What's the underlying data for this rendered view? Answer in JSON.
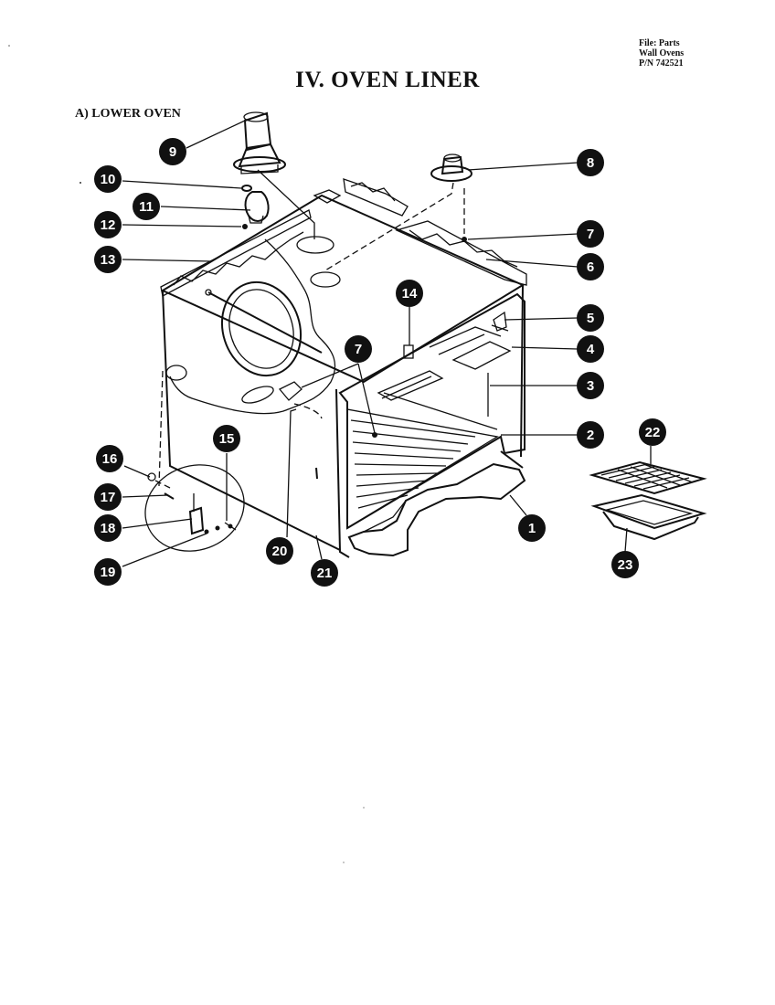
{
  "file_info": {
    "line1": "File: Parts",
    "line2": "Wall Ovens",
    "line3": "P/N 742521"
  },
  "title": "IV. OVEN LINER",
  "section": "A) LOWER OVEN",
  "callouts": [
    {
      "label": "9"
    },
    {
      "label": "8"
    },
    {
      "label": "10"
    },
    {
      "label": "11"
    },
    {
      "label": "12"
    },
    {
      "label": "7"
    },
    {
      "label": "13"
    },
    {
      "label": "6"
    },
    {
      "label": "14"
    },
    {
      "label": "5"
    },
    {
      "label": "7"
    },
    {
      "label": "4"
    },
    {
      "label": "3"
    },
    {
      "label": "2"
    },
    {
      "label": "22"
    },
    {
      "label": "15"
    },
    {
      "label": "16"
    },
    {
      "label": "17"
    },
    {
      "label": "1"
    },
    {
      "label": "18"
    },
    {
      "label": "23"
    },
    {
      "label": "20"
    },
    {
      "label": "19"
    },
    {
      "label": "21"
    }
  ]
}
